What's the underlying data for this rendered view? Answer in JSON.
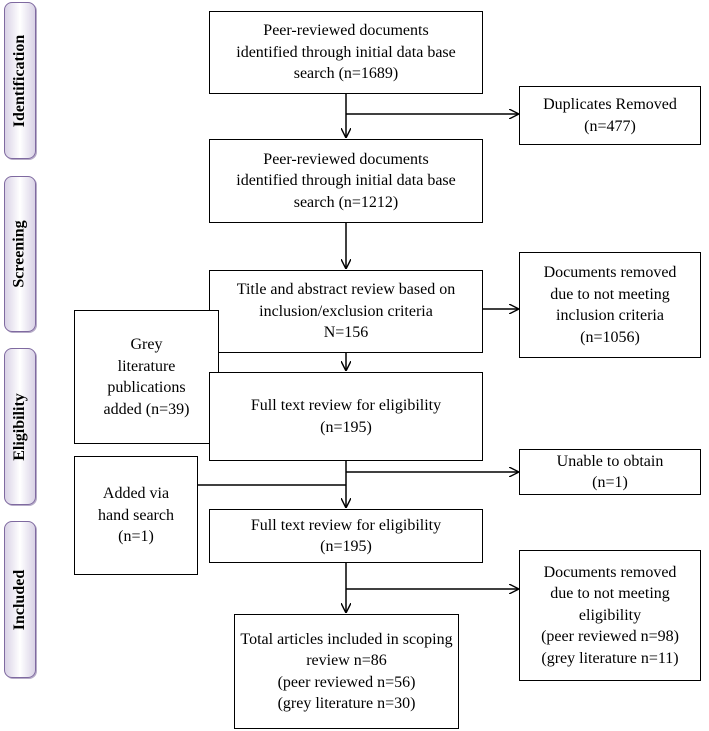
{
  "stages": {
    "identification": "Identification",
    "screening": "Screening",
    "eligibility": "Eligibility",
    "included": "Included"
  },
  "boxes": {
    "initial_search": [
      "Peer-reviewed documents",
      "identified through initial data base",
      "search (n=1689)"
    ],
    "duplicates_removed": [
      "Duplicates Removed",
      "(n=477)"
    ],
    "after_duplicates": [
      "Peer-reviewed documents",
      "identified through initial data base",
      "search (n=1212)"
    ],
    "title_abstract_review": [
      "Title and abstract review based on",
      "inclusion/exclusion criteria",
      "N=156"
    ],
    "removed_inclusion": [
      "Documents removed",
      "due to not meeting",
      "inclusion criteria",
      "(n=1056)"
    ],
    "grey_literature": [
      "Grey",
      "literature",
      "publications",
      "added (n=39)"
    ],
    "full_text_review_1": [
      "Full text review for eligibility",
      "(n=195)"
    ],
    "hand_search": [
      "Added via",
      "hand search",
      "(n=1)"
    ],
    "unable_to_obtain": [
      "Unable to obtain",
      "(n=1)"
    ],
    "full_text_review_2": [
      "Full text review for eligibility",
      "(n=195)"
    ],
    "removed_eligibility": [
      "Documents removed",
      "due to not meeting",
      "eligibility",
      "(peer reviewed n=98)",
      "(grey literature n=11)"
    ],
    "total_included": [
      "Total articles included in scoping",
      "review n=86",
      "(peer reviewed n=56)",
      "(grey literature n=30)"
    ]
  }
}
